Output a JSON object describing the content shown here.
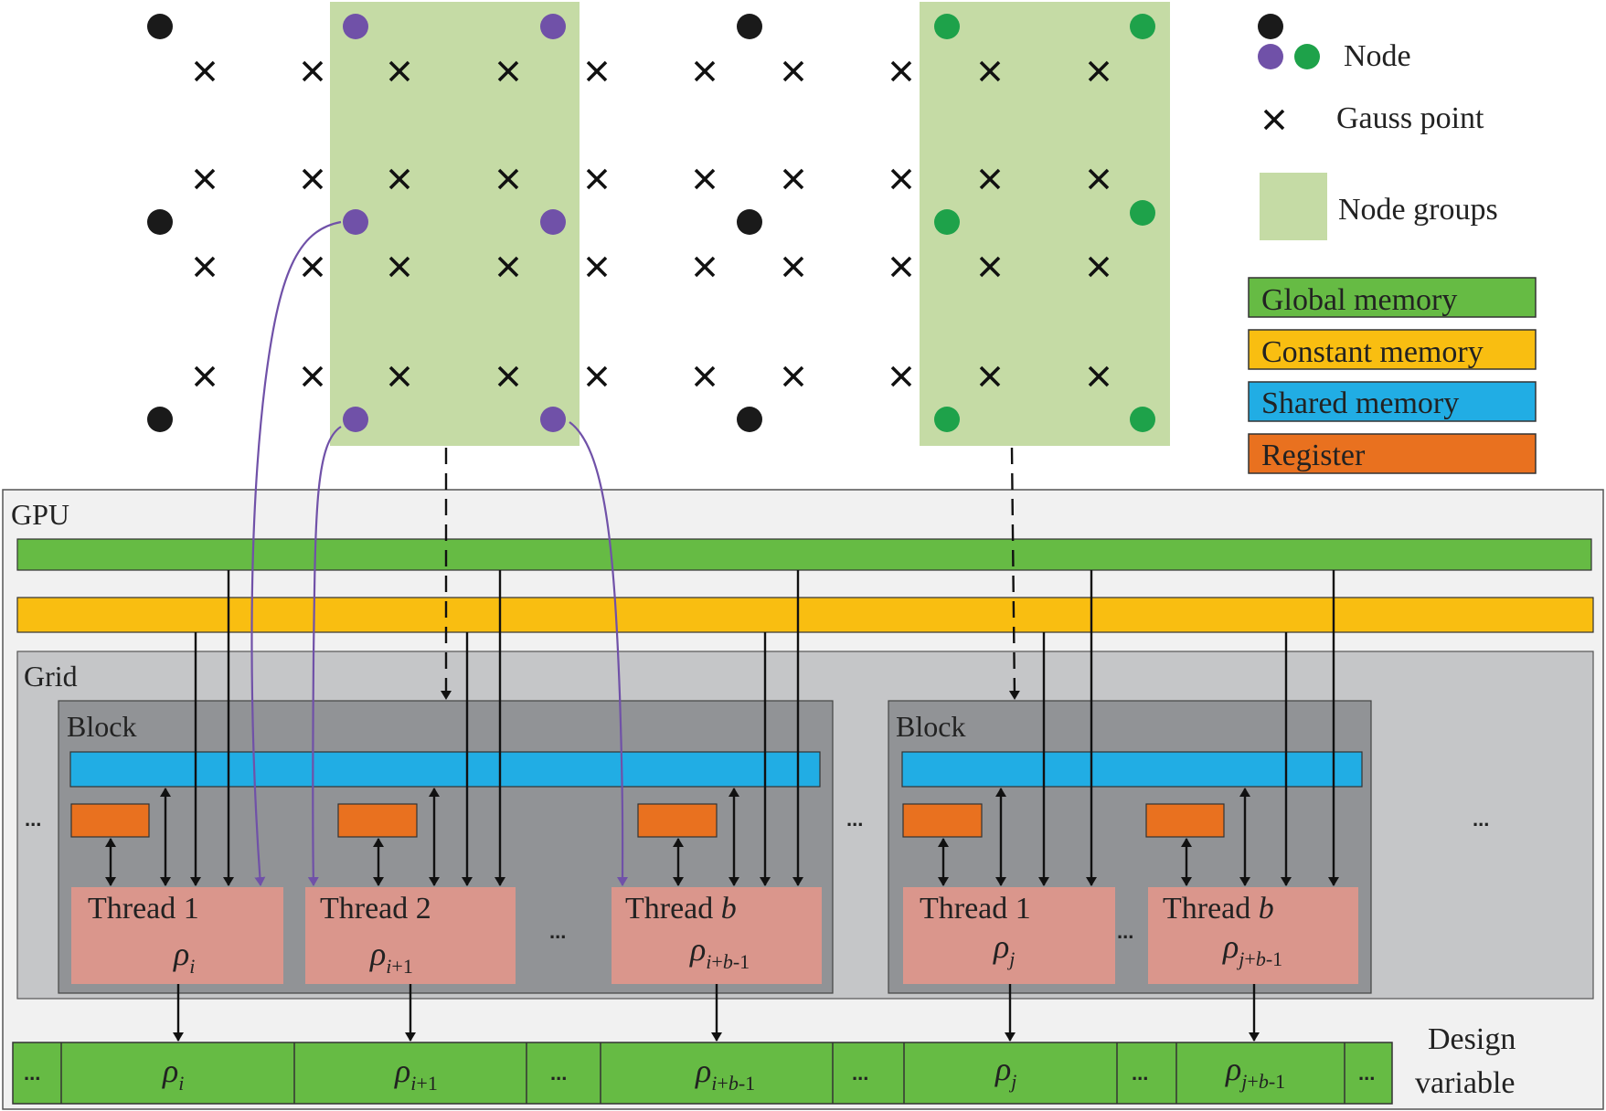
{
  "legend": {
    "node_label": "Node",
    "gauss_label": "Gauss point",
    "node_groups_label": "Node groups",
    "global_memory": "Global memory",
    "constant_memory": "Constant memory",
    "shared_memory": "Shared memory",
    "register": "Register"
  },
  "gpu": {
    "label": "GPU",
    "grid_label": "Grid",
    "block_label": "Block",
    "ellipsis": "..."
  },
  "threads": {
    "thread_prefix": "Thread",
    "t1": "1",
    "t2": "2",
    "tb": "b",
    "rho": "ρ",
    "sub_i": "i",
    "sub_i1_letter": "i",
    "sub_i1_rest": "+1",
    "sub_ib_letter": "i",
    "sub_ib_mid": "+",
    "sub_ib_b": "b",
    "sub_ib_rest": "-1",
    "sub_j": "j",
    "sub_jb_letter": "j",
    "sub_jb_mid": "+",
    "sub_jb_b": "b",
    "sub_jb_rest": "-1"
  },
  "design_variable": {
    "label_line1": "Design",
    "label_line2": "variable"
  },
  "colors": {
    "node_black": "#1a1a1a",
    "node_purple": "#7051a8",
    "node_green": "#1ea24a",
    "node_group": "#c5dba5",
    "global_memory": "#66bb44",
    "constant_memory": "#f9be11",
    "shared_memory": "#21ade4",
    "register": "#e9711f",
    "thread": "#da968c",
    "gpu_bg": "#f1f1f1",
    "grid_bg": "#c5c6c8",
    "block_bg": "#919396",
    "arrow_purple": "#7051a8"
  }
}
